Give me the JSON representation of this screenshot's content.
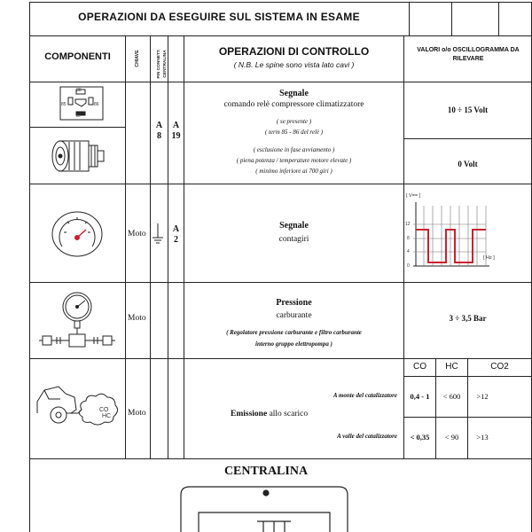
{
  "header": {
    "title": "OPERAZIONI DA ESEGUIRE SUL SISTEMA IN ESAME",
    "col_componenti": "COMPONENTI",
    "col_chiave": "CHIAVE",
    "col_pin": "PIN CONNETT. CENTRALINA",
    "col_operazioni": "OPERAZIONI DI CONTROLLO",
    "col_operazioni_note": "( N.B. Le spine sono vista lato cavi )",
    "col_valori": "VALORI o/o OSCILLOGRAMMA DA RILEVARE"
  },
  "rows": {
    "row1": {
      "relay_pins": [
        "30",
        "85",
        "86",
        "87"
      ],
      "pin_letter": "A",
      "pin_letter_value": "8",
      "pin_ref_letter": "A",
      "pin_ref_value": "19",
      "heading": "Segnale",
      "subheading": "comando relè compressore climatizzatore",
      "note_present": "( se presente )",
      "note_term": "( term 85 - 86 del relè )",
      "note_cond1": "( esclusione in fase avviamento )",
      "note_cond2": "( piena potenza / temperature motore elevate )",
      "note_cond3": "( minimo inferiore ai 700 giri )",
      "value_on": "10 ÷ 15 Volt",
      "value_off": "0 Volt"
    },
    "row2": {
      "chiave": "Moto",
      "pin_letter": "A",
      "pin_value": "2",
      "heading": "Segnale",
      "subheading": "contagiri",
      "scope": {
        "y_unit": "[ V== ]",
        "x_unit": "[ Hz ]",
        "y_ticks": [
          "12",
          "8",
          "4",
          "0"
        ],
        "trace_color": "#cc1f2f"
      }
    },
    "row3": {
      "chiave": "Moto",
      "heading": "Pressione",
      "subheading": "carburante",
      "note1": "( Regolatore pressione carburante e filtro carburante",
      "note2": "interno gruppo elettropompa )",
      "value": "3 ÷ 3,5 Bar"
    },
    "row4": {
      "chiave": "Moto",
      "gas_labels": [
        "CO",
        "HC"
      ],
      "heading": "Emissione",
      "subheading": "allo scarico",
      "upstream": "A monte del catalizzatore",
      "downstream": "A valle del catalizzatore",
      "col_co": "CO",
      "col_hc": "HC",
      "col_co2": "CO2",
      "up_co": "0,4 - 1",
      "up_hc": "< 600",
      "up_co2": ">12",
      "down_co": "< 0,35",
      "down_hc": "< 90",
      "down_co2": ">13"
    }
  },
  "centralina": {
    "title": "CENTRALINA"
  }
}
